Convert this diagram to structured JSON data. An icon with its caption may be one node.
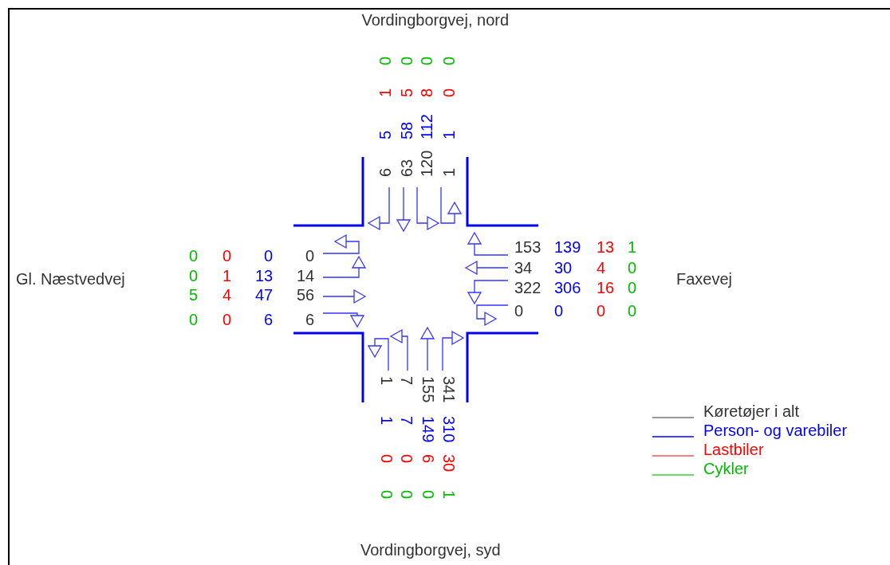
{
  "diagram": {
    "labels": [
      "Vordingborgvej, nord",
      "0",
      "0",
      "0",
      "0",
      "1",
      "5",
      "8",
      "0",
      "5",
      "58",
      "112",
      "1",
      "6",
      "63",
      "120",
      "1",
      "Gl. Næstvedvej",
      "0",
      "0",
      "0",
      "0",
      "0",
      "1",
      "13",
      "14",
      "5",
      "4",
      "47",
      "56",
      "0",
      "0",
      "6",
      "6",
      "Faxevej",
      "153",
      "139",
      "13",
      "1",
      "34",
      "30",
      "4",
      "0",
      "322",
      "306",
      "16",
      "0",
      "0",
      "0",
      "0",
      "0",
      "1",
      "7",
      "155",
      "341",
      "1",
      "7",
      "149",
      "310",
      "0",
      "0",
      "6",
      "30",
      "0",
      "0",
      "0",
      "1",
      "Vordingborgvej, syd"
    ],
    "legend": [
      {
        "text": "Køretøjer i alt"
      },
      {
        "text": "Person- og varebiler"
      },
      {
        "text": "Lastbiler"
      },
      {
        "text": "Cykler"
      }
    ]
  }
}
